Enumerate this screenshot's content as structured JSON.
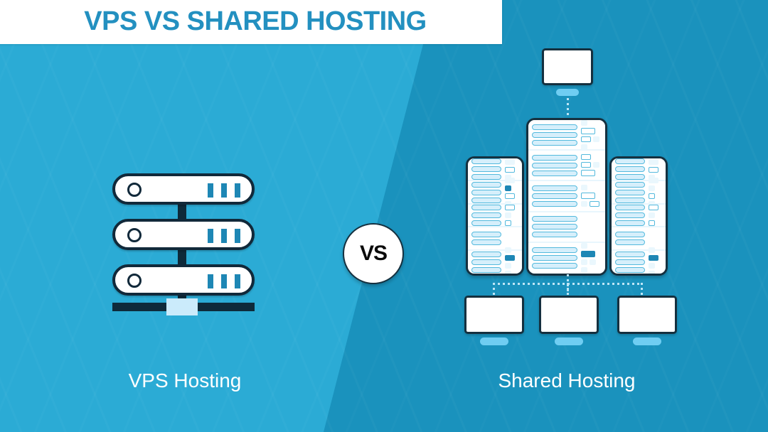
{
  "title": {
    "text": "VPS VS SHARED HOSTING",
    "color": "#2390C0",
    "banner_color": "#FFFFFF"
  },
  "theme": {
    "left_bg": "#2BABD5",
    "right_bg": "#1A92BD",
    "ink": "#15303F",
    "accent_teal": "#1E87B5",
    "pale_blue": "#D6EFFB",
    "stand_blue": "#6FCDF2",
    "text_white": "#FFFFFF"
  },
  "versus": {
    "label": "VS"
  },
  "left_panel": {
    "caption": "VPS Hosting",
    "icon_name": "vps-server-stack",
    "rack_units": [
      {
        "ring": "power-indicator",
        "leds": 3
      },
      {
        "ring": "power-indicator",
        "leds": 3
      },
      {
        "ring": "power-indicator",
        "leds": 3
      }
    ],
    "base_label": "network-base-bar",
    "connector_chip": "network-chip"
  },
  "right_panel": {
    "caption": "Shared Hosting",
    "icon_name": "shared-hosting-cluster",
    "top_monitor": "client-monitor-top",
    "bottom_monitors": [
      "client-monitor-1",
      "client-monitor-2",
      "client-monitor-3"
    ],
    "towers": [
      {
        "name": "server-tower-left",
        "rows": [
          {
            "bars": 3,
            "cells": [
              "out-lg",
              "md",
              "out-md",
              "sm",
              "sm",
              "sm"
            ]
          },
          {
            "bars": 3,
            "cells": [
              "md",
              "fill-sm",
              "sm",
              "out-md",
              "sm"
            ]
          },
          {
            "bars": 3,
            "cells": [
              "out-md",
              "sm",
              "out-sm",
              "sm"
            ]
          },
          {
            "bars": 2,
            "cells": []
          },
          {
            "bars": 3,
            "cells": [
              "sm",
              "fill-md",
              "sm",
              "sm",
              "sm",
              "sm"
            ]
          }
        ]
      },
      {
        "name": "server-tower-center",
        "rows": [
          {
            "bars": 3,
            "cells": [
              "sm",
              "out-lg",
              "out-md",
              "sm",
              "sm",
              "sm"
            ]
          },
          {
            "bars": 3,
            "cells": [
              "out-md",
              "out-md",
              "sm",
              "out-lg",
              "sm"
            ]
          },
          {
            "bars": 3,
            "cells": [
              "sm",
              "out-lg",
              "sm",
              "out-md",
              "sm"
            ]
          },
          {
            "bars": 3,
            "cells": []
          },
          {
            "bars": 3,
            "cells": [
              "sm",
              "fill-lg",
              "sm",
              "sm",
              "sm",
              "sm"
            ]
          }
        ]
      },
      {
        "name": "server-tower-right",
        "rows": [
          {
            "bars": 3,
            "cells": [
              "out-lg",
              "md",
              "out-md",
              "sm",
              "sm",
              "sm"
            ]
          },
          {
            "bars": 3,
            "cells": [
              "md",
              "sm",
              "out-sm",
              "sm",
              "sm"
            ]
          },
          {
            "bars": 3,
            "cells": [
              "out-md",
              "sm",
              "out-sm",
              "sm"
            ]
          },
          {
            "bars": 2,
            "cells": []
          },
          {
            "bars": 3,
            "cells": [
              "sm",
              "fill-md",
              "sm",
              "sm",
              "sm",
              "sm"
            ]
          }
        ]
      }
    ],
    "connectors": {
      "top_link": "dotted-link-monitor-to-servers",
      "bus": "dotted-bus-to-clients"
    }
  }
}
